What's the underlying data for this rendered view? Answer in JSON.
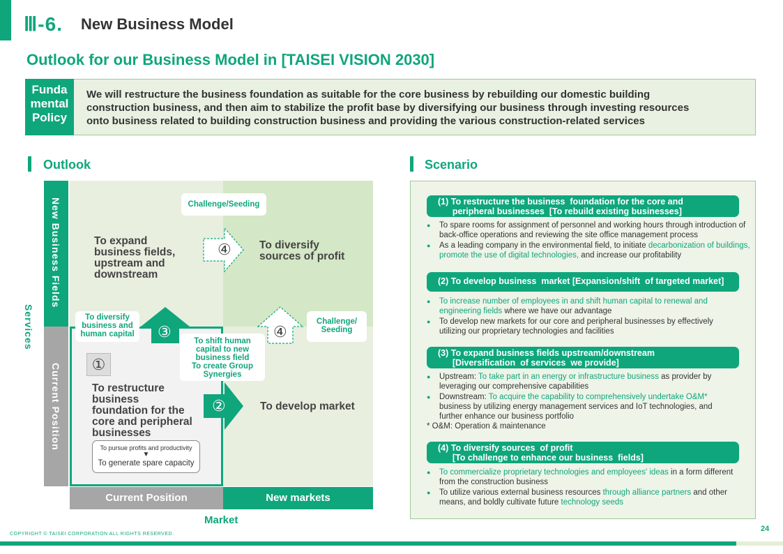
{
  "header": {
    "section_number": "Ⅲ-6.",
    "section_title": "New Business Model",
    "page_heading": "Outlook for our Business Model in [TAISEI VISION 2030]"
  },
  "policy": {
    "label": "Funda mental Policy",
    "label_lines": [
      "Funda",
      "mental",
      "Policy"
    ],
    "text_lines": [
      "We will restructure the business foundation as suitable for the core business by rebuilding our domestic building",
      "construction business, and then aim to stabilize the profit base by diversifying our business through investing resources",
      "onto business related to building construction business and providing the various construction-related services"
    ]
  },
  "outlook": {
    "title": "Outlook",
    "y_axis_title": "Services",
    "x_axis_title": "Market",
    "row_new": "New Business Fields",
    "row_current": "Current Position",
    "col_current": "Current Position",
    "col_new": "New markets",
    "quad_tl_lines": [
      "To expand",
      "business fields,",
      "upstream and",
      "downstream"
    ],
    "quad_tr_lines": [
      "To diversify",
      "sources of profit"
    ],
    "quad_bl_lines": [
      "To restructure",
      "business",
      "foundation for the",
      "core and peripheral",
      "businesses"
    ],
    "quad_br": "To develop market",
    "num1": "①",
    "num2": "②",
    "num3": "③",
    "num4a": "④",
    "num4b": "④",
    "callout_challenge_top": "Challenge/Seeding",
    "callout_challenge_right_lines": [
      "Challenge/",
      "Seeding"
    ],
    "callout_diversify_lines": [
      "To diversify",
      "business and",
      "human capital"
    ],
    "callout_shift_lines": [
      "To shift human",
      "capital to new",
      "business field",
      "To create Group",
      "Synergies"
    ],
    "productivity_box": {
      "line1": "To pursue profits and productivity",
      "arrow": "▼",
      "line2": "To generate spare capacity"
    }
  },
  "scenario": {
    "title": "Scenario",
    "sections": [
      {
        "heading_lines": [
          "(1) To restructure the business  foundation for the core and",
          "      peripheral businesses  [To rebuild existing businesses]"
        ],
        "bullets": [
          [
            {
              "t": "To spare rooms for assignment of personnel and working hours through introduction of back-office operations and reviewing the site office management process",
              "h": false
            }
          ],
          [
            {
              "t": "As a leading company in the environmental field, to initiate ",
              "h": false
            },
            {
              "t": "decarbonization of buildings, promote the use of digital technologies,",
              "h": true
            },
            {
              "t": " and increase our profitability",
              "h": false
            }
          ]
        ]
      },
      {
        "heading_lines": [
          "(2) To develop business  market [Expansion/shift  of targeted market]"
        ],
        "bullets": [
          [
            {
              "t": "To increase number of employees in and shift human capital to renewal and engineering fields",
              "h": true
            },
            {
              "t": " where we have our advantage",
              "h": false
            }
          ],
          [
            {
              "t": "To develop new markets for our core and peripheral businesses by effectively utilizing our proprietary technologies and facilities",
              "h": false
            }
          ]
        ]
      },
      {
        "heading_lines": [
          "(3) To expand business fields upstream/downstream",
          "      [Diversification  of services  we provide]"
        ],
        "bullets": [
          [
            {
              "t": "Upstream: ",
              "h": false
            },
            {
              "t": "To take part in an energy or infrastructure business",
              "h": true
            },
            {
              "t": " as provider by leveraging our comprehensive capabilities",
              "h": false
            }
          ],
          [
            {
              "t": "Downstream: ",
              "h": false
            },
            {
              "t": "To acquire the capability to comprehensively undertake O&M*",
              "h": true
            },
            {
              "t": " business by utilizing energy management services and IoT technologies, and further enhance our business portfolio",
              "h": false
            }
          ]
        ],
        "note": "* O&M:  Operation & maintenance"
      },
      {
        "heading_lines": [
          "(4) To diversify sources  of profit",
          "      [To challenge to enhance our business  fields]"
        ],
        "bullets": [
          [
            {
              "t": "To commercialize proprietary technologies and employees' ideas",
              "h": true
            },
            {
              "t": " in a form different from the construction business",
              "h": false
            }
          ],
          [
            {
              "t": "To utilize various external business resources ",
              "h": false
            },
            {
              "t": "through alliance partners",
              "h": true
            },
            {
              "t": " and other means, and boldly cultivate future ",
              "h": false
            },
            {
              "t": "technology seeds",
              "h": true
            }
          ]
        ]
      }
    ]
  },
  "footer": {
    "copyright": "COPYRIGHT © TAISEI CORPORATION ALL RIGHTS RESERVED.",
    "page_number": "24"
  }
}
